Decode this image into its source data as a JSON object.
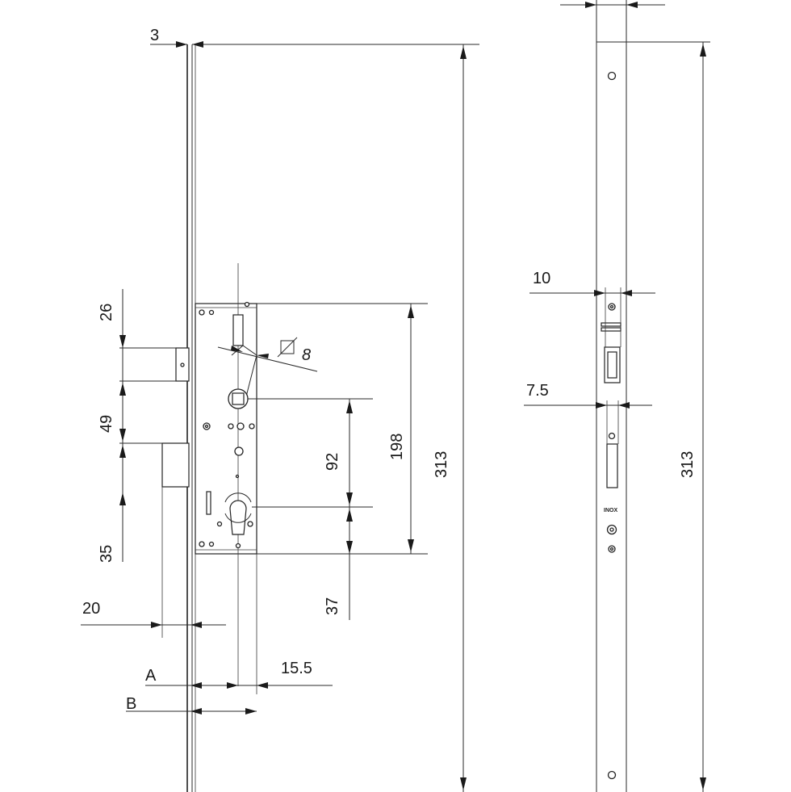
{
  "dimensions": {
    "plate_thickness": "3",
    "backset_top": "26",
    "latch_to_deadbolt": "49",
    "deadbolt_to_cyl": "35",
    "deadbolt_throw": "20",
    "follower_square": "8",
    "follower_to_cyl": "92",
    "case_height": "198",
    "total_height": "313",
    "cyl_to_bottom": "37",
    "label_a": "A",
    "label_b": "B",
    "cyl_offset": "15.5",
    "side_width_top": "10",
    "side_width_bottom": "7.5",
    "side_total_height": "313"
  },
  "markings": {
    "material": "INOX"
  }
}
